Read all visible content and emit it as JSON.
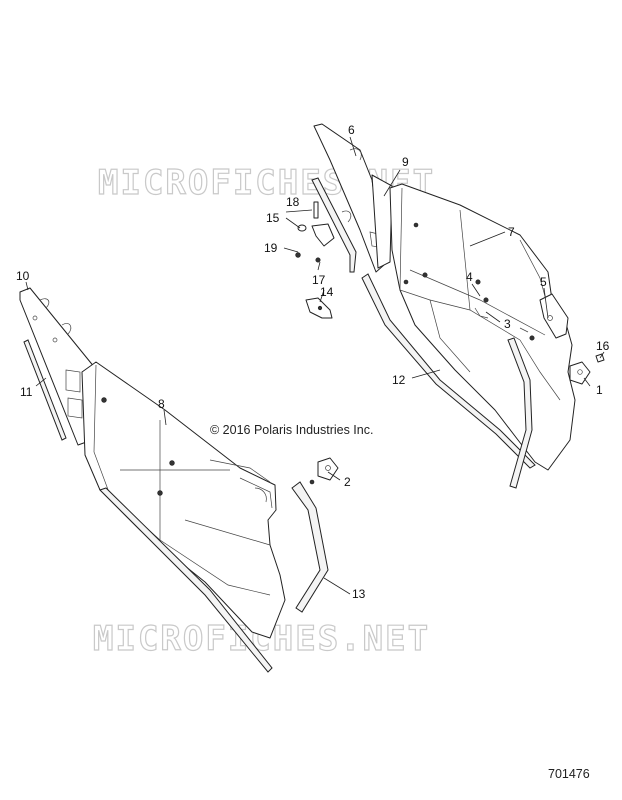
{
  "watermark": "MICROFICHES.NET",
  "copyright": "© 2016 Polaris Industries Inc.",
  "diagram_number": "701476",
  "callouts": {
    "c1": "1",
    "c2": "2",
    "c3": "3",
    "c4": "4",
    "c5": "5",
    "c6": "6",
    "c7": "7",
    "c8": "8",
    "c9": "9",
    "c10": "10",
    "c11": "11",
    "c12": "12",
    "c13": "13",
    "c14": "14",
    "c15": "15",
    "c16": "16",
    "c17": "17",
    "c18": "18",
    "c19": "19"
  }
}
